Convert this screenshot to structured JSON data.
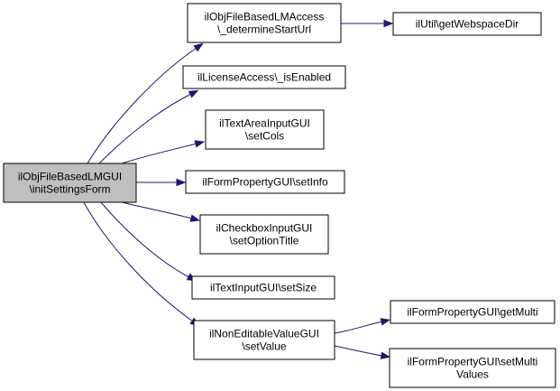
{
  "diagram": {
    "colors": {
      "edge": "#191970",
      "root_fill": "#bfbfbf",
      "node_fill": "#ffffff",
      "border": "#000000"
    },
    "nodes": [
      {
        "id": "root",
        "lines": [
          "ilObjFileBasedLMGUI",
          "\\initSettingsForm"
        ]
      },
      {
        "id": "access_start",
        "lines": [
          "ilObjFileBasedLMAccess",
          "\\_determineStartUrl"
        ]
      },
      {
        "id": "webspace",
        "lines": [
          "ilUtil\\getWebspaceDir"
        ]
      },
      {
        "id": "license",
        "lines": [
          "ilLicenseAccess\\_isEnabled"
        ]
      },
      {
        "id": "textarea_cols",
        "lines": [
          "ilTextAreaInputGUI",
          "\\setCols"
        ]
      },
      {
        "id": "form_setinfo",
        "lines": [
          "ilFormPropertyGUI\\setInfo"
        ]
      },
      {
        "id": "checkbox_title",
        "lines": [
          "ilCheckboxInputGUI",
          "\\setOptionTitle"
        ]
      },
      {
        "id": "textinput_size",
        "lines": [
          "ilTextInputGUI\\setSize"
        ]
      },
      {
        "id": "noneditable_value",
        "lines": [
          "ilNonEditableValueGUI",
          "\\setValue"
        ]
      },
      {
        "id": "form_getmulti",
        "lines": [
          "ilFormPropertyGUI\\getMulti"
        ]
      },
      {
        "id": "form_setmulti",
        "lines": [
          "ilFormPropertyGUI\\setMulti",
          "Values"
        ]
      }
    ],
    "edges": [
      {
        "from": "root",
        "to": "access_start"
      },
      {
        "from": "root",
        "to": "license"
      },
      {
        "from": "root",
        "to": "textarea_cols"
      },
      {
        "from": "root",
        "to": "form_setinfo"
      },
      {
        "from": "root",
        "to": "checkbox_title"
      },
      {
        "from": "root",
        "to": "textinput_size"
      },
      {
        "from": "root",
        "to": "noneditable_value"
      },
      {
        "from": "access_start",
        "to": "webspace"
      },
      {
        "from": "noneditable_value",
        "to": "form_getmulti"
      },
      {
        "from": "noneditable_value",
        "to": "form_setmulti"
      }
    ]
  }
}
